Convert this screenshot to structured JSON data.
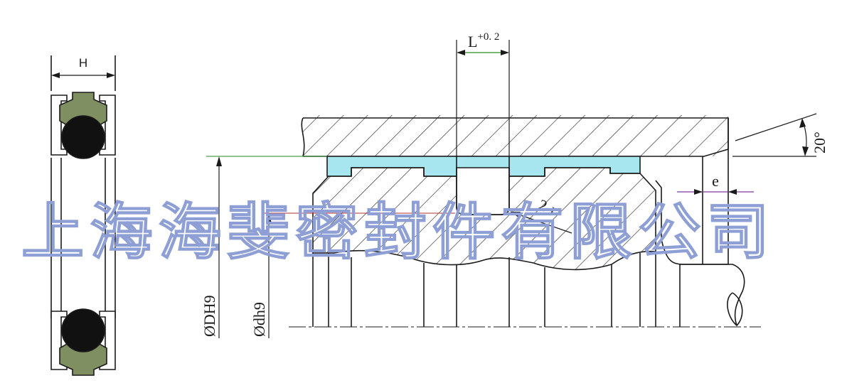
{
  "colors": {
    "line": "#1a1a1a",
    "seal_green": "#7f8f62",
    "oring_black": "#111111",
    "groove_fill": "#a8e6ef",
    "dim_green": "#2a8a2a",
    "dim_red": "#b03030",
    "dim_purple": "#7a3a9a",
    "watermark": "#8e9fd6"
  },
  "cross_section": {
    "width_label": "H"
  },
  "assembly": {
    "groove_width_label": "L",
    "groove_width_tol": "+0. 2",
    "radius_label": "2-r",
    "chamfer_label": "e",
    "angle_label": "20°",
    "bore_dia_label": "ØDH9",
    "rod_dia_label": "Ødh9"
  },
  "watermark": {
    "text": "上海海斐密封件有限公司"
  }
}
